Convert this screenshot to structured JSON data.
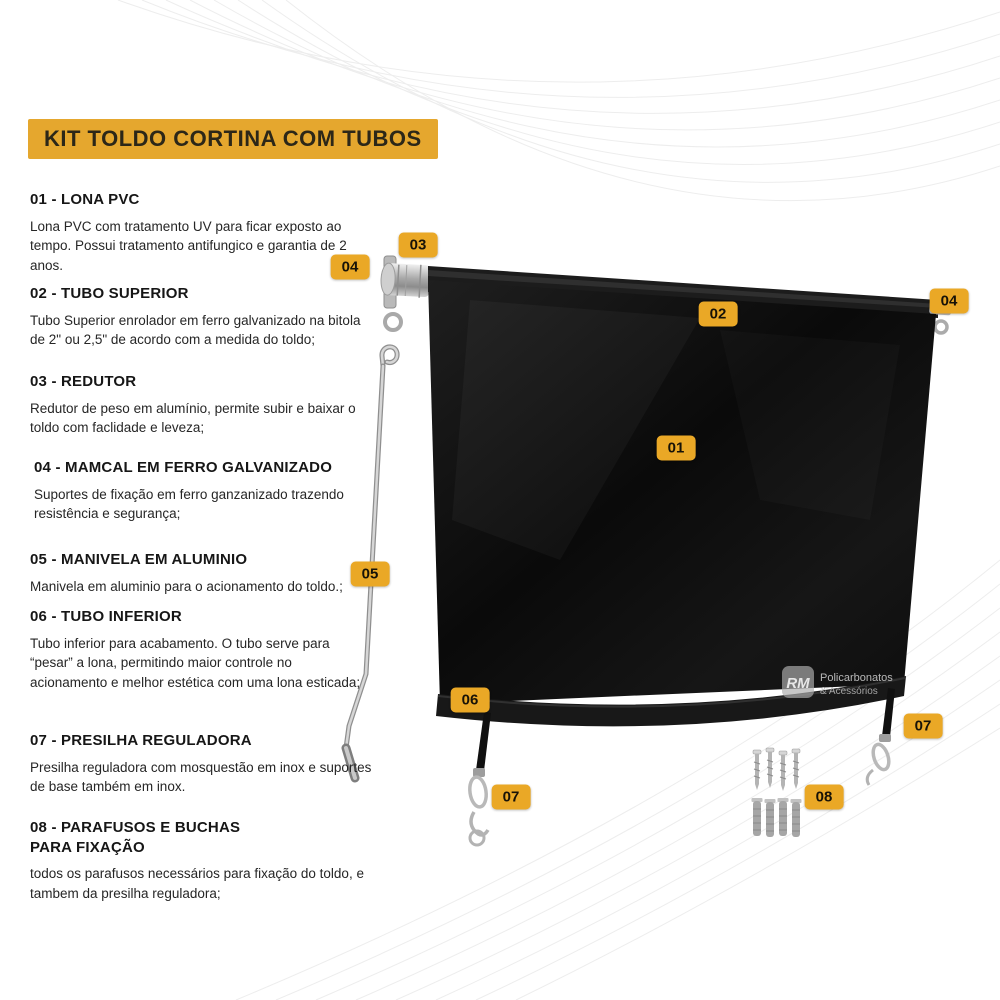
{
  "title": "KIT TOLDO CORTINA COM TUBOS",
  "colors": {
    "accent": "#E5A72E",
    "badge": "#EAA826",
    "canvas": "#121212"
  },
  "sections": [
    {
      "heading": "01 - LONA PVC",
      "body": "Lona PVC com tratamento UV para ficar exposto ao tempo. Possui tratamento antifungico e garantia de 2 anos."
    },
    {
      "heading": "02 - TUBO SUPERIOR",
      "body": "Tubo Superior enrolador em ferro galvanizado na bitola de 2\" ou 2,5\" de acordo com a medida do toldo;"
    },
    {
      "heading": "03 - REDUTOR",
      "body": "Redutor de peso em alumínio, permite subir e baixar o toldo com faclidade e leveza;"
    },
    {
      "heading": "04 - MAMCAL  EM FERRO GALVANIZADO",
      "body": "Suportes de fixação em ferro ganzanizado trazendo resistência e segurança;"
    },
    {
      "heading": "05 - MANIVELA EM ALUMINIO",
      "body": "Manivela em aluminio para o acionamento do toldo.;"
    },
    {
      "heading": "06 - TUBO INFERIOR",
      "body": "Tubo inferior para acabamento. O tubo serve para “pesar” a lona, permitindo maior controle no acionamento e melhor estética com uma lona esticada;"
    },
    {
      "heading": "07 - PRESILHA REGULADORA",
      "body": "Presilha reguladora com mosquestão em inox e suportes de base também em inox."
    },
    {
      "heading": "08 - PARAFUSOS E BUCHAS PARA FIXAÇÃO",
      "body": "todos os parafusos necessários para fixação do toldo, e tambem da presilha reguladora;"
    }
  ],
  "part_badges": [
    {
      "label": "03"
    },
    {
      "label": "04"
    },
    {
      "label": "02"
    },
    {
      "label": "04"
    },
    {
      "label": "01"
    },
    {
      "label": "05"
    },
    {
      "label": "06"
    },
    {
      "label": "07"
    },
    {
      "label": "07"
    },
    {
      "label": "08"
    }
  ],
  "logo": {
    "abbr": "RM",
    "line1": "Policarbonatos",
    "line2": "& Acessórios"
  }
}
